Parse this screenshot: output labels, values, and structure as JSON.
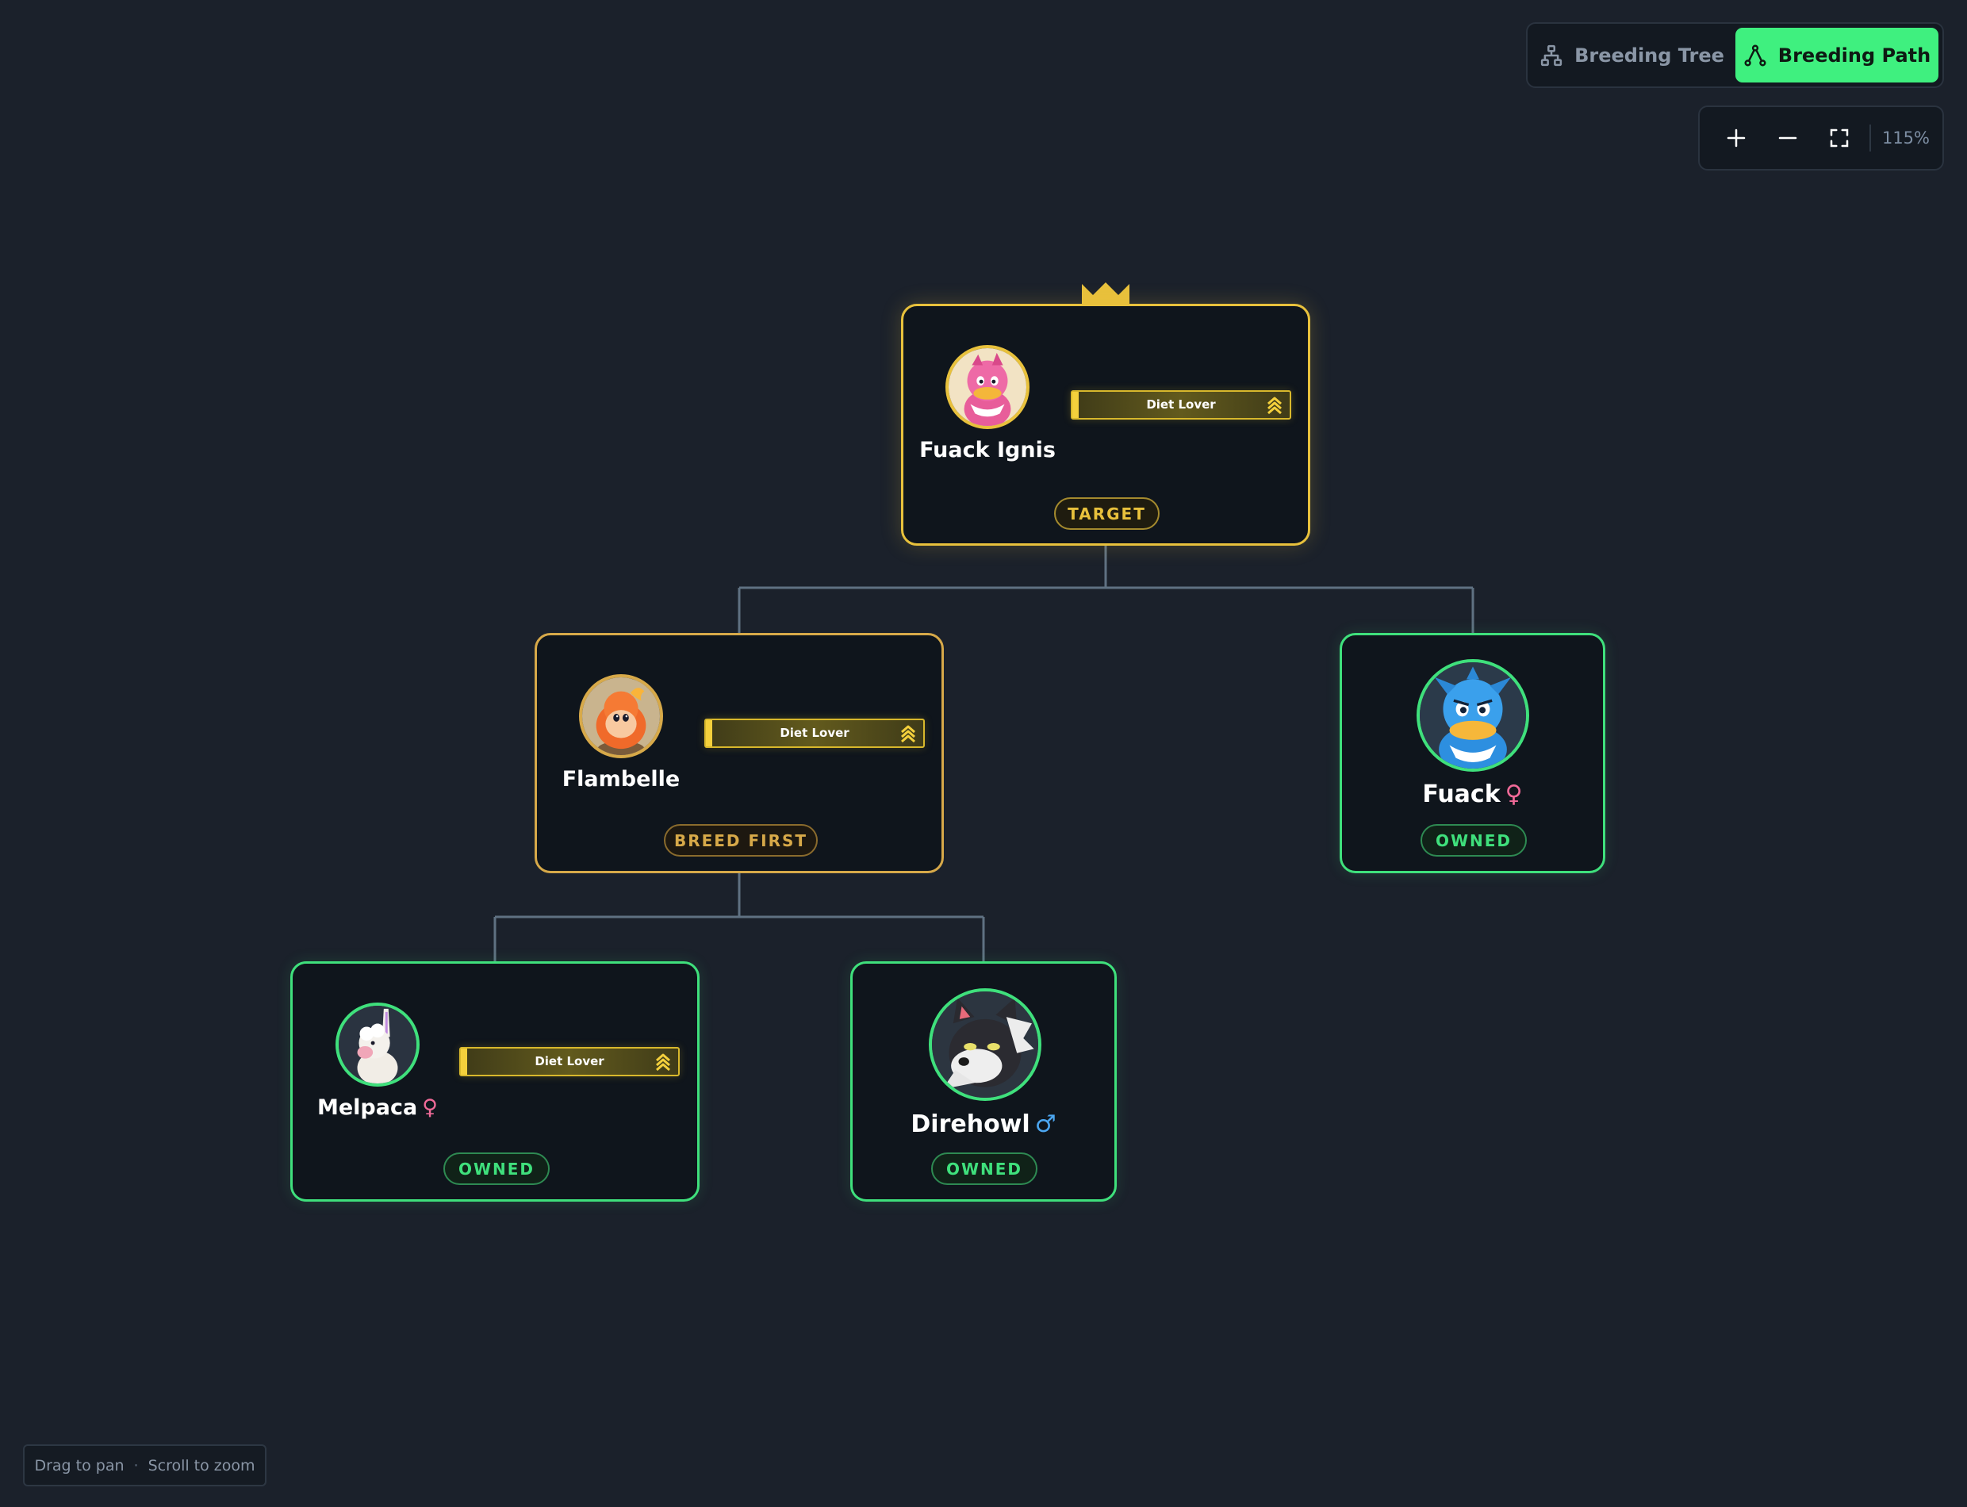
{
  "toolbar": {
    "breeding_tree_label": "Breeding Tree",
    "breeding_path_label": "Breeding Path",
    "zoom_level": "115%",
    "icons": [
      "tree-icon",
      "path-icon",
      "zoom-in-icon",
      "zoom-out-icon",
      "fit-screen-icon"
    ]
  },
  "nodes": {
    "target": {
      "name": "Fuack Ignis",
      "trait": "Diet Lover",
      "badge": "TARGET"
    },
    "parent_a": {
      "name": "Flambelle",
      "trait": "Diet Lover",
      "badge": "BREED FIRST"
    },
    "parent_b": {
      "name": "Fuack",
      "gender": "♀",
      "badge": "OWNED"
    },
    "grand_a": {
      "name": "Melpaca",
      "gender": "♀",
      "trait": "Diet Lover",
      "badge": "OWNED"
    },
    "grand_b": {
      "name": "Direhowl",
      "gender": "♂",
      "badge": "OWNED"
    }
  },
  "hint": {
    "drag": "Drag to pan",
    "separator": "·",
    "scroll": "Scroll to zoom"
  },
  "colors": {
    "background": "#1b212b",
    "target": "#e8c13c",
    "breed_first": "#d7a949",
    "owned": "#3fe07c",
    "trait": "#d8b82c",
    "connector": "#5f7182"
  }
}
